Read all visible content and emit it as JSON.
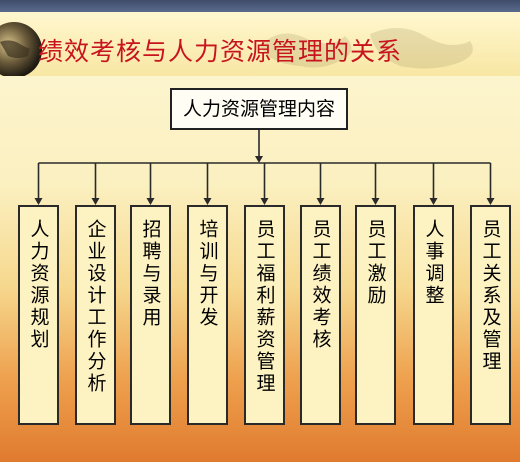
{
  "header": {
    "title": "绩效考核与人力资源管理的关系"
  },
  "root": {
    "label": "人力资源管理内容"
  },
  "children": [
    {
      "label": "人力资源规划"
    },
    {
      "label": "企业设计工作分析"
    },
    {
      "label": "招聘与录用"
    },
    {
      "label": "培训与开发"
    },
    {
      "label": "员工福利薪资管理"
    },
    {
      "label": "员工绩效考核"
    },
    {
      "label": "员工激励"
    },
    {
      "label": "人事调整"
    },
    {
      "label": "员工关系及管理"
    }
  ],
  "colors": {
    "title": "#c8141e",
    "border": "#2a2a2a",
    "box_fill": "#fdf2c2"
  }
}
